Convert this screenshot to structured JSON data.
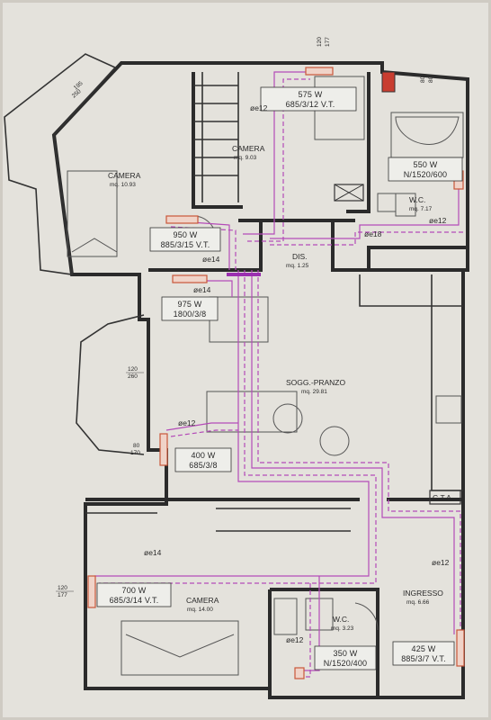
{
  "rooms": {
    "camera_nw": {
      "name": "CAMERA",
      "area": "mq. 10.93"
    },
    "camera_n": {
      "name": "CAMERA",
      "area": "mq. 9.03"
    },
    "wc_ne": {
      "name": "W.C.",
      "area": "mq. 7.17"
    },
    "dis": {
      "name": "DIS.",
      "area": "mq. 1.25"
    },
    "soggiorno": {
      "name": "SOGG.-PRANZO",
      "area": "mq. 29.81"
    },
    "camera_s": {
      "name": "CAMERA",
      "area": "mq. 14.00"
    },
    "wc_s": {
      "name": "W.C.",
      "area": "mq. 3.23"
    },
    "ingresso": {
      "name": "INGRESSO",
      "area": "mq. 6.66"
    },
    "cta": {
      "name": "C.T.A."
    }
  },
  "radiators": {
    "r575": {
      "power": "575 W",
      "model": "685/3/12 V.T."
    },
    "r550": {
      "power": "550 W",
      "model": "N/1520/600"
    },
    "r950": {
      "power": "950 W",
      "model": "885/3/15 V.T."
    },
    "r975": {
      "power": "975 W",
      "model": "1800/3/8"
    },
    "r400": {
      "power": "400 W",
      "model": "685/3/8"
    },
    "r700": {
      "power": "700 W",
      "model": "685/3/14 V.T."
    },
    "r350": {
      "power": "350 W",
      "model": "N/1520/400"
    },
    "r425": {
      "power": "425 W",
      "model": "885/3/7 V.T."
    }
  },
  "pipes": {
    "p1": "øe12",
    "p2": "øe18",
    "p3": "øe12",
    "p4": "øe14",
    "p5": "øe14",
    "p6": "øe12",
    "p7": "øe14",
    "p8": "øe12",
    "p9": "øe12"
  },
  "dimensions": {
    "d1_top": "120",
    "d1_bot": "177",
    "d2_top": "80",
    "d2_bot": "80",
    "d3_top": "195",
    "d3_bot": "250",
    "d4_top": "120",
    "d4_bot": "260",
    "d5_top": "80",
    "d5_bot": "170",
    "d6_top": "120",
    "d6_bot": "177"
  },
  "colors": {
    "pipe": "#b44bb8",
    "radiator": "#c9573a",
    "wall": "#2b2b2b"
  }
}
